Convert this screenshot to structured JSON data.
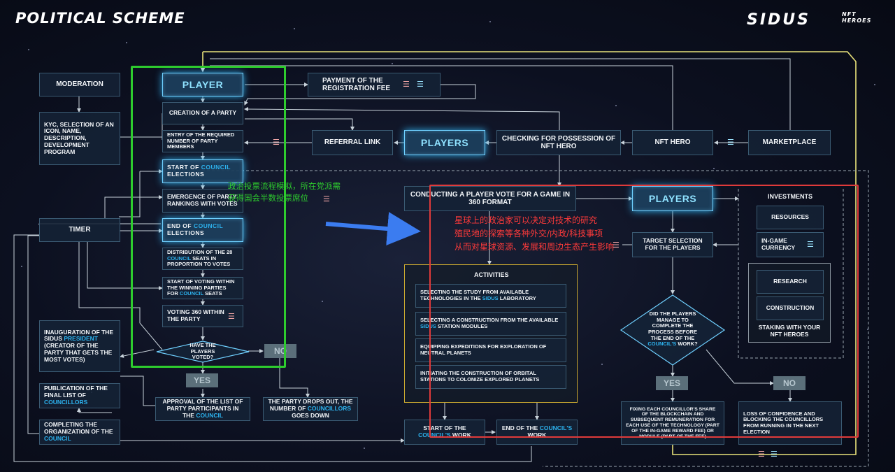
{
  "header": {
    "title": "POLITICAL SCHEME",
    "logo_text": "SIDUS",
    "logo_sub_1": "NFT",
    "logo_sub_2": "HEROES"
  },
  "left": {
    "moderation": "MODERATION",
    "kyc": "KYC, SELECTION OF AN ICON, NAME, DESCRIPTION, DEVELOPMENT PROGRAM",
    "timer": "TIMER",
    "inauguration_1": "INAUGURATION OF THE SIDUS ",
    "inauguration_hl": "PRESIDENT",
    "inauguration_2": " (CREATOR OF THE PARTY THAT GETS THE MOST VOTES)",
    "publication_1": "PUBLICATION OF THE FINAL LIST OF ",
    "publication_hl": "COUNCILLORS",
    "completing_1": "COMPLETING THE ORGANIZATION OF THE ",
    "completing_hl": "COUNCIL"
  },
  "flow": {
    "player": "PLAYER",
    "creation": "CREATION OF A PARTY",
    "entry": "ENTRY OF THE REQUIRED NUMBER OF PARTY MEMBERS",
    "start_council_1": "START OF ",
    "start_council_hl": "COUNCIL",
    "start_council_2": " ELECTIONS",
    "emergence": "EMERGENCE OF PARTY RANKINGS WITH VOTES",
    "end_council_1": "END OF ",
    "end_council_hl": "COUNCIL",
    "end_council_2": " ELECTIONS",
    "distribution_1": "DISTRIBUTION OF THE 28 ",
    "distribution_hl": "COUNCIL",
    "distribution_2": " SEATS IN PROPORTION TO VOTES",
    "start_voting_1": "START OF VOTING WITHIN THE WINNING PARTIES FOR ",
    "start_voting_hl": "COUNCIL",
    "start_voting_2": " SEATS",
    "voting360": "VOTING 360 WITHIN THE PARTY",
    "have_voted": "HAVE THE PLAYERS VOTED?",
    "no": "NO",
    "yes": "YES",
    "approval_1": "APPROVAL OF THE LIST OF PARTY PARTICIPANTS IN THE ",
    "approval_hl": "COUNCIL",
    "drops_1": "THE PARTY DROPS OUT, THE NUMBER OF ",
    "drops_hl": "COUNCILLORS",
    "drops_2": " GOES DOWN"
  },
  "top": {
    "payment": "PAYMENT OF THE REGISTRATION FEE",
    "referral": "REFERRAL LINK",
    "players": "PLAYERS",
    "checking": "CHECKING FOR POSSESSION OF NFT HERO",
    "nft_hero": "NFT HERO",
    "marketplace": "MARKETPLACE"
  },
  "center": {
    "conducting": "CONDUCTING A PLAYER VOTE FOR A GAME IN 360 FORMAT",
    "activities_title": "ACTIVITIES",
    "act1_1": "SELECTING THE STUDY FROM AVAILABLE TECHNOLOGIES IN THE ",
    "act1_hl": "SIDUS",
    "act1_2": " LABORATORY",
    "act2_1": "SELECTING A CONSTRUCTION FROM THE AVAILABLE ",
    "act2_hl": "SIDUS",
    "act2_2": " STATION MODULES",
    "act3": "EQUIPPING EXPEDITIONS FOR EXPLORATION OF NEUTRAL PLANETS",
    "act4": "INITIATING THE CONSTRUCTION OF ORBITAL STATIONS TO COLONIZE EXPLORED PLANETS",
    "start_work_1": "START OF THE ",
    "start_work_hl": "COUNCIL'S",
    "start_work_2": " WORK",
    "end_work_1": "END OF THE ",
    "end_work_hl": "COUNCIL'S",
    "end_work_2": " WORK"
  },
  "right": {
    "players": "PLAYERS",
    "target": "TARGET SELECTION FOR THE PLAYERS",
    "did_1": "DID THE PLAYERS MANAGE TO COMPLETE THE PROCESS BEFORE THE END OF THE ",
    "did_hl": "COUNCIL'S",
    "did_2": " WORK?",
    "yes": "YES",
    "no": "NO",
    "fixing": "FIXING EACH COUNCILLOR'S SHARE OF THE BLOCKCHAIN AND SUBSEQUENT REMUNERATION FOR EACH USE OF THE TECHNOLOGY (PART OF THE IN-GAME REWARD FEE) OR MODULE (PART OF THE FEE)",
    "loss": "LOSS OF CONFIDENCE AND BLOCKING THE COUNCILLORS FROM RUNNING IN THE NEXT ELECTION",
    "investments": "INVESTMENTS",
    "resources": "RESOURCES",
    "ingame": "IN-GAME CURRENCY",
    "research": "RESEARCH",
    "construction": "CONSTRUCTION",
    "staking": "STAKING WITH YOUR NFT HEROES"
  },
  "annotations": {
    "green_note_1": "政治投票流程模拟，所在党派需",
    "green_note_2": "获得国会半数投票席位",
    "red_note_1": "星球上的政治家可以决定对技术的研究",
    "red_note_2": "殖民地的探索等各种外交/内政/科技事项",
    "red_note_3": "从而对星球资源、发展和周边生态产生影响"
  },
  "colors": {
    "accent": "#2db3ef",
    "yellow_frame": "#e8e27a",
    "green_highlight": "#2ecc2e",
    "red_highlight": "#e03a3a",
    "arrow": "#3b7cf0"
  }
}
